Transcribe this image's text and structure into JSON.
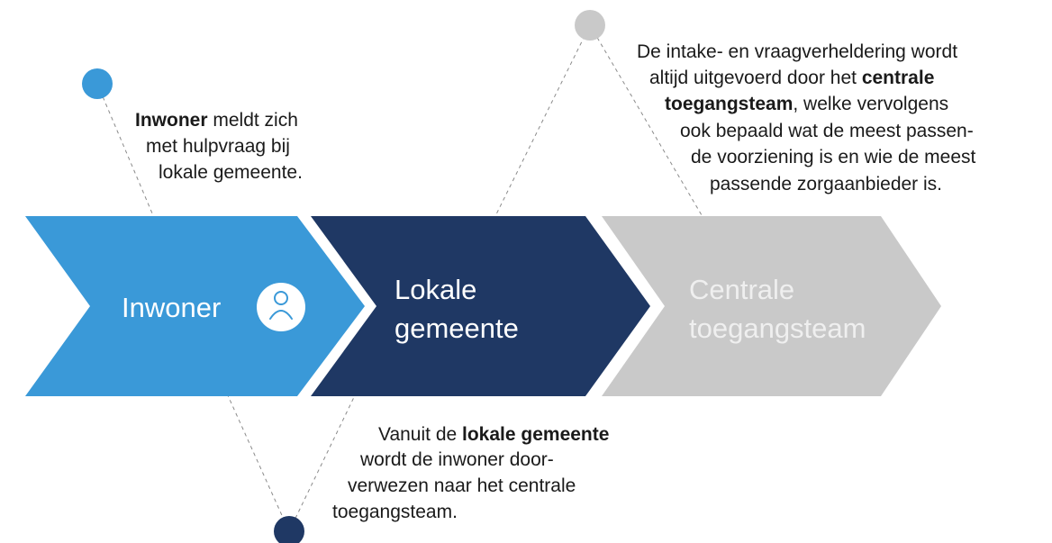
{
  "colors": {
    "stage1": "#3a99d8",
    "stage2": "#1f3864",
    "stage3": "#c9c9c9",
    "dot1": "#3a99d8",
    "dot2": "#1f3864",
    "dot3": "#c9c9c9",
    "connector": "#8a8a8a",
    "label_light": "#ffffff",
    "label_muted": "#efefef"
  },
  "stages": [
    {
      "label_line1": "Inwoner",
      "label_line2": "",
      "icon": "user-icon"
    },
    {
      "label_line1": "Lokale",
      "label_line2": "gemeente"
    },
    {
      "label_line1": "Centrale",
      "label_line2": "toegangsteam"
    }
  ],
  "notes": {
    "inwoner": {
      "l1_bold": "Inwoner",
      "l1_rest": " meldt zich",
      "l2": "met hulpvraag bij",
      "l3": "lokale gemeente."
    },
    "gemeente": {
      "l1_start": "Vanuit de ",
      "l1_bold": "lokale gemeente",
      "l2": "wordt de inwoner door-",
      "l3": "verwezen naar het centrale",
      "l4": "toegangsteam."
    },
    "centraal": {
      "l1": "De intake- en vraagverheldering wordt",
      "l2_start": "altijd uitgevoerd door het ",
      "l2_bold": "centrale",
      "l3_bold": "toegangsteam",
      "l3_rest": ", welke vervolgens",
      "l4": "ook bepaald wat de meest passen-",
      "l5": "de voorziening is en wie de meest",
      "l6": "passende zorgaanbieder is."
    }
  }
}
